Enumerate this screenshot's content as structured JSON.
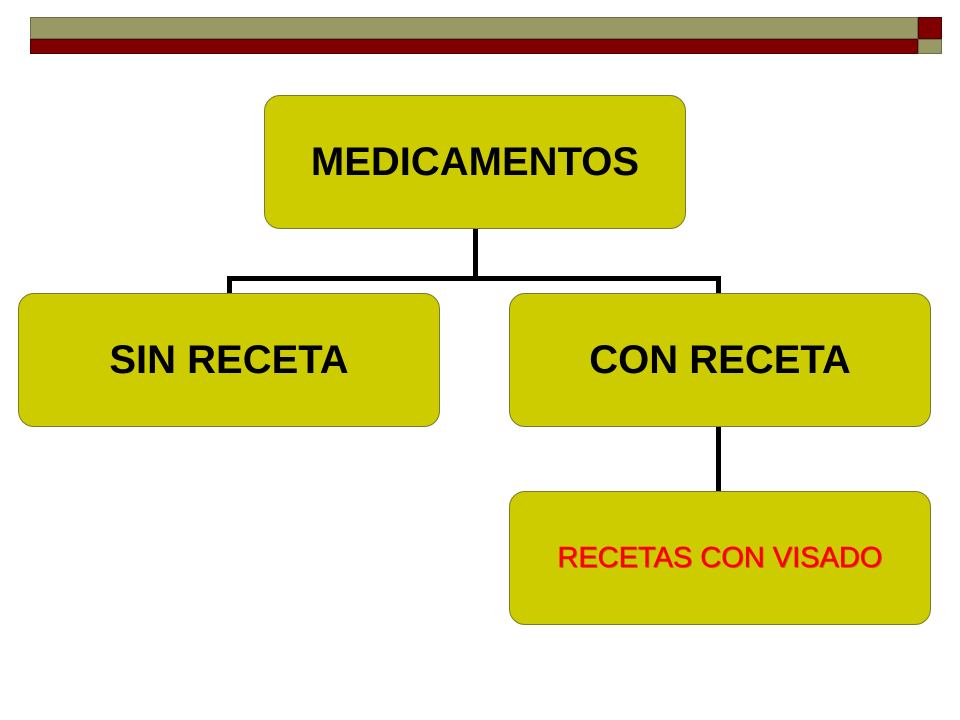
{
  "diagram": {
    "type": "hierarchy",
    "root": {
      "label": "MEDICAMENTOS",
      "children": [
        {
          "label": "SIN RECETA"
        },
        {
          "label": "CON RECETA",
          "children": [
            {
              "label": "RECETAS CON VISADO"
            }
          ]
        }
      ]
    }
  },
  "nodes": {
    "root": "MEDICAMENTOS",
    "sin_receta": "SIN RECETA",
    "con_receta": "CON RECETA",
    "recetas_visado": "RECETAS CON VISADO"
  },
  "colors": {
    "node_fill": "#cccc00",
    "node_border": "#7a7a2a",
    "connector": "#000000",
    "visado_text": "#ff0000",
    "bar_olive": "#999966",
    "bar_maroon": "#800000"
  }
}
